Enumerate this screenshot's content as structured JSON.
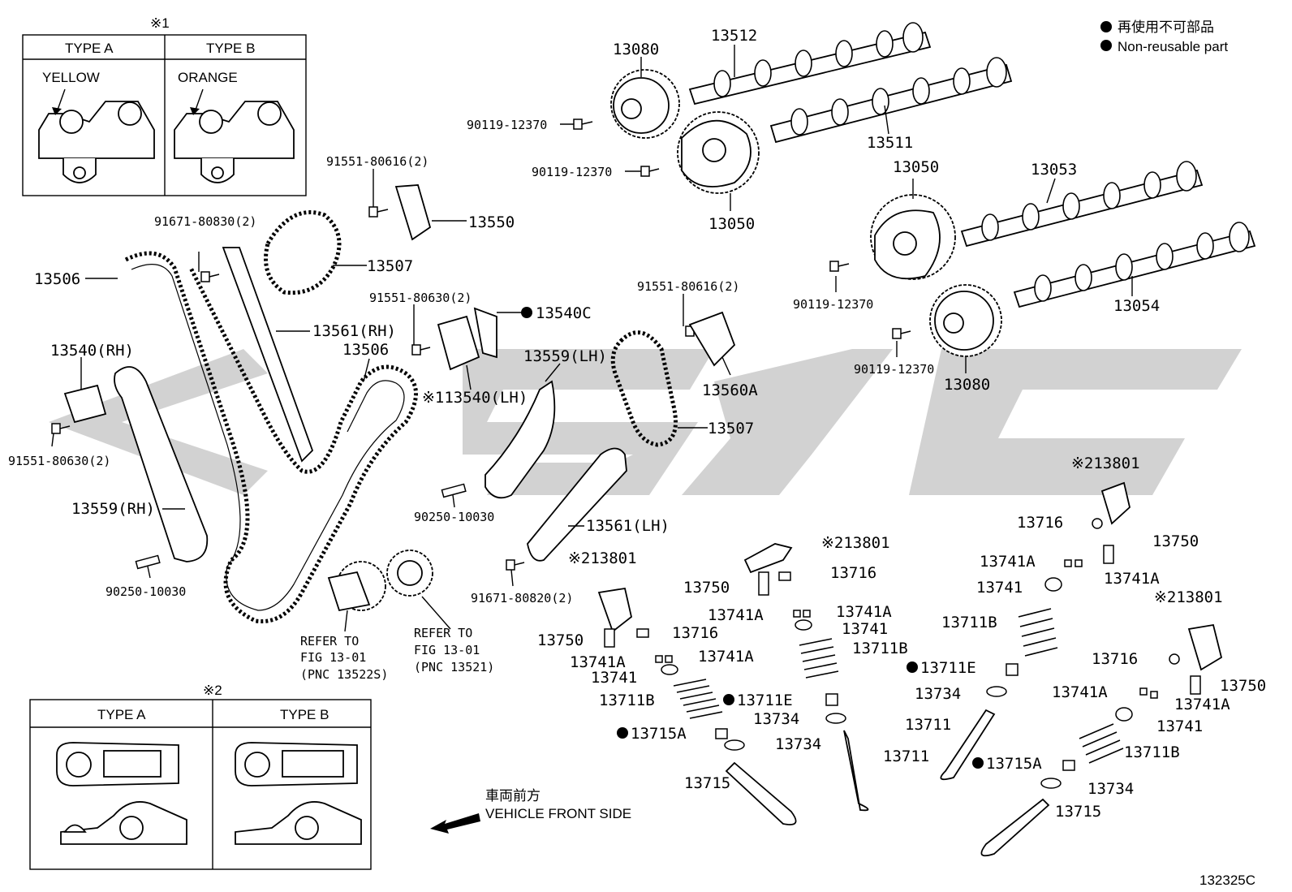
{
  "legend": {
    "jp": "再使用不可部品",
    "en": "Non-reusable part"
  },
  "diagram_code": "132325C",
  "direction": {
    "jp": "車両前方",
    "en": "VEHICLE FRONT SIDE"
  },
  "inset1": {
    "mark": "※1",
    "type_a": "TYPE A",
    "type_b": "TYPE B",
    "color_a": "YELLOW",
    "color_b": "ORANGE"
  },
  "inset2": {
    "mark": "※2",
    "type_a": "TYPE A",
    "type_b": "TYPE B"
  },
  "refer": {
    "left": {
      "l1": "REFER TO",
      "l2": "FIG 13-01",
      "l3": "(PNC 13522S)"
    },
    "right": {
      "l1": "REFER TO",
      "l2": "FIG 13-01",
      "l3": "(PNC 13521)"
    }
  },
  "labels": {
    "p13080a": "13080",
    "p13512": "13512",
    "p90119a": "90119-12370",
    "p90119b": "90119-12370",
    "p13511": "13511",
    "p13050a": "13050",
    "p13050b": "13050",
    "p13053": "13053",
    "p90119c": "90119-12370",
    "p13054": "13054",
    "p90119d": "90119-12370",
    "p13080b": "13080",
    "p91551a": "91551-80616(2)",
    "p13550": "13550",
    "p91671a": "91671-80830(2)",
    "p13507a": "13507",
    "p13506a": "13506",
    "p13561rh": "13561(RH)",
    "p91551b": "91551-80630(2)",
    "p13540c": "13540C",
    "p91551c": "91551-80616(2)",
    "p13540rh": "13540(RH)",
    "p13506b": "13506",
    "p13559lh": "13559(LH)",
    "p13540lh": "※113540(LH)",
    "p13560a": "13560A",
    "p13507b": "13507",
    "p91551d": "91551-80630(2)",
    "p13559rh": "13559(RH)",
    "p90250a": "90250-10030",
    "p13561lh": "13561(LH)",
    "p90250b": "90250-10030",
    "p91671b": "91671-80820(2)",
    "p13801a": "※213801",
    "p13801b": "※213801",
    "p13801c": "※213801",
    "p13801d": "※213801",
    "p13716a": "13716",
    "p13716b": "13716",
    "p13716c": "13716",
    "p13716d": "13716",
    "p13750a": "13750",
    "p13750b": "13750",
    "p13750c": "13750",
    "p13750d": "13750",
    "p13741Aa": "13741A",
    "p13741Ab": "13741A",
    "p13741Ac": "13741A",
    "p13741Ad": "13741A",
    "p13741Ae": "13741A",
    "p13741Af": "13741A",
    "p13741Ag": "13741A",
    "p13741Ah": "13741A",
    "p13741a": "13741",
    "p13741b": "13741",
    "p13741c": "13741",
    "p13741d": "13741",
    "p13711Ba": "13711B",
    "p13711Bb": "13711B",
    "p13711Bc": "13711B",
    "p13711Bd": "13711B",
    "p13711Ea": "13711E",
    "p13711Eb": "13711E",
    "p13734a": "13734",
    "p13734b": "13734",
    "p13734c": "13734",
    "p13734d": "13734",
    "p13711a": "13711",
    "p13711b": "13711",
    "p13715Aa": "13715A",
    "p13715Ab": "13715A",
    "p13715a": "13715",
    "p13715b": "13715"
  }
}
